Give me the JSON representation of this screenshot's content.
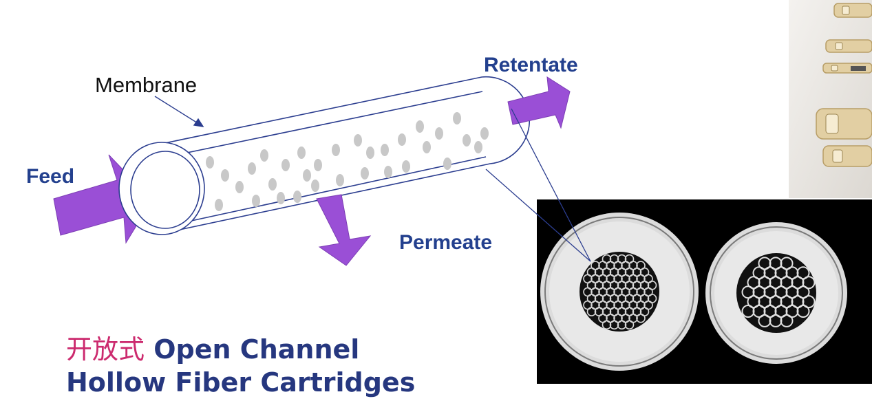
{
  "labels": {
    "membrane": "Membrane",
    "retentate": "Retentate",
    "feed": "Feed",
    "permeate": "Permeate"
  },
  "caption": {
    "chinese": "开放式",
    "line1": "Open Channel",
    "line2": "Hollow Fiber Cartridges"
  },
  "colors": {
    "arrow": "#9a4fd6",
    "label_blue": "#23408e",
    "chinese_text": "#cc2a6e",
    "caption_blue": "#26377f",
    "particle": "#c8c8c8",
    "tube_outline": "#2b3d8f",
    "photo_bg": "#000000",
    "ring_light": "#dcdcdc"
  },
  "photos": {
    "cross_section": "two hollow fiber bundle cross-sections on black background",
    "cartridges": "stack of hollow fiber cartridge products"
  }
}
